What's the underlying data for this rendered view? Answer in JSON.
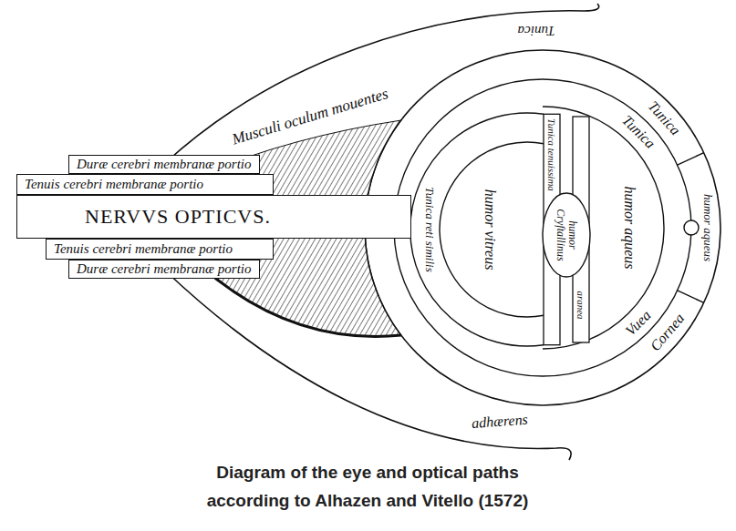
{
  "diagram": {
    "caption": "Diagram of the eye and optical paths according to Alhazen and Vitello (1572)",
    "nodes": [
      {
        "text": [
          "Duræ cerebri membranæ portio"
        ]
      },
      {
        "text": [
          "Tenuis cerebri membranæ portio"
        ]
      },
      {
        "text": [
          "NERVVS OPTICVS."
        ]
      },
      {
        "text": [
          "Tenuis cerebri membranæ portio"
        ]
      },
      {
        "text": [
          "Duræ cerebri membranæ portio"
        ]
      }
    ],
    "labels": [
      "Tunica",
      "Musculi oculum mouentes",
      "Tunica",
      "Tunica",
      "Tunica reti similis",
      "humor vitreus",
      "humor Cryſtallinus",
      "Tunica tenuissima",
      "aranea",
      "humor aqueus",
      "humor aqueus",
      "Vuea",
      "Cornea",
      "adhærens"
    ]
  }
}
